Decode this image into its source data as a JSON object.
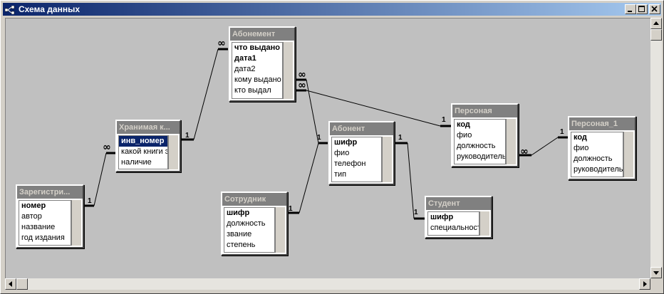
{
  "window": {
    "title": "Схема данных",
    "icon": "relationships-icon",
    "buttons": [
      "minimize-icon",
      "maximize-icon",
      "close-icon"
    ]
  },
  "tables": [
    {
      "id": "zaregistr",
      "title": "Зарегистри...",
      "fields": [
        {
          "name": "номер",
          "key": true
        },
        {
          "name": "автор"
        },
        {
          "name": "название"
        },
        {
          "name": "год издания"
        }
      ]
    },
    {
      "id": "hranimaya",
      "title": "Хранимая к...",
      "fields": [
        {
          "name": "инв_номер",
          "key": true,
          "selected": true
        },
        {
          "name": "какой книги экз"
        },
        {
          "name": "наличие"
        }
      ]
    },
    {
      "id": "abonement",
      "title": "Абонемент",
      "fields": [
        {
          "name": "что выдано",
          "key": true
        },
        {
          "name": "дата1",
          "key": true
        },
        {
          "name": "дата2"
        },
        {
          "name": "кому выдано"
        },
        {
          "name": "кто выдал"
        }
      ]
    },
    {
      "id": "abonent",
      "title": "Абонент",
      "fields": [
        {
          "name": "шифр",
          "key": true
        },
        {
          "name": "фио"
        },
        {
          "name": "телефон"
        },
        {
          "name": "тип"
        }
      ]
    },
    {
      "id": "sotrudnik",
      "title": "Сотрудник",
      "fields": [
        {
          "name": "шифр",
          "key": true
        },
        {
          "name": "должность"
        },
        {
          "name": "звание"
        },
        {
          "name": "степень"
        }
      ]
    },
    {
      "id": "personal",
      "title": "Персоная",
      "fields": [
        {
          "name": "код",
          "key": true
        },
        {
          "name": "фио"
        },
        {
          "name": "должность"
        },
        {
          "name": "руководитель"
        }
      ]
    },
    {
      "id": "personal1",
      "title": "Персоная_1",
      "fields": [
        {
          "name": "код",
          "key": true
        },
        {
          "name": "фио"
        },
        {
          "name": "должность"
        },
        {
          "name": "руководитель"
        }
      ]
    },
    {
      "id": "student",
      "title": "Студент",
      "fields": [
        {
          "name": "шифр",
          "key": true
        },
        {
          "name": "специальность"
        }
      ]
    }
  ],
  "relationships": {
    "one_label": "1",
    "many_label": "∞"
  }
}
